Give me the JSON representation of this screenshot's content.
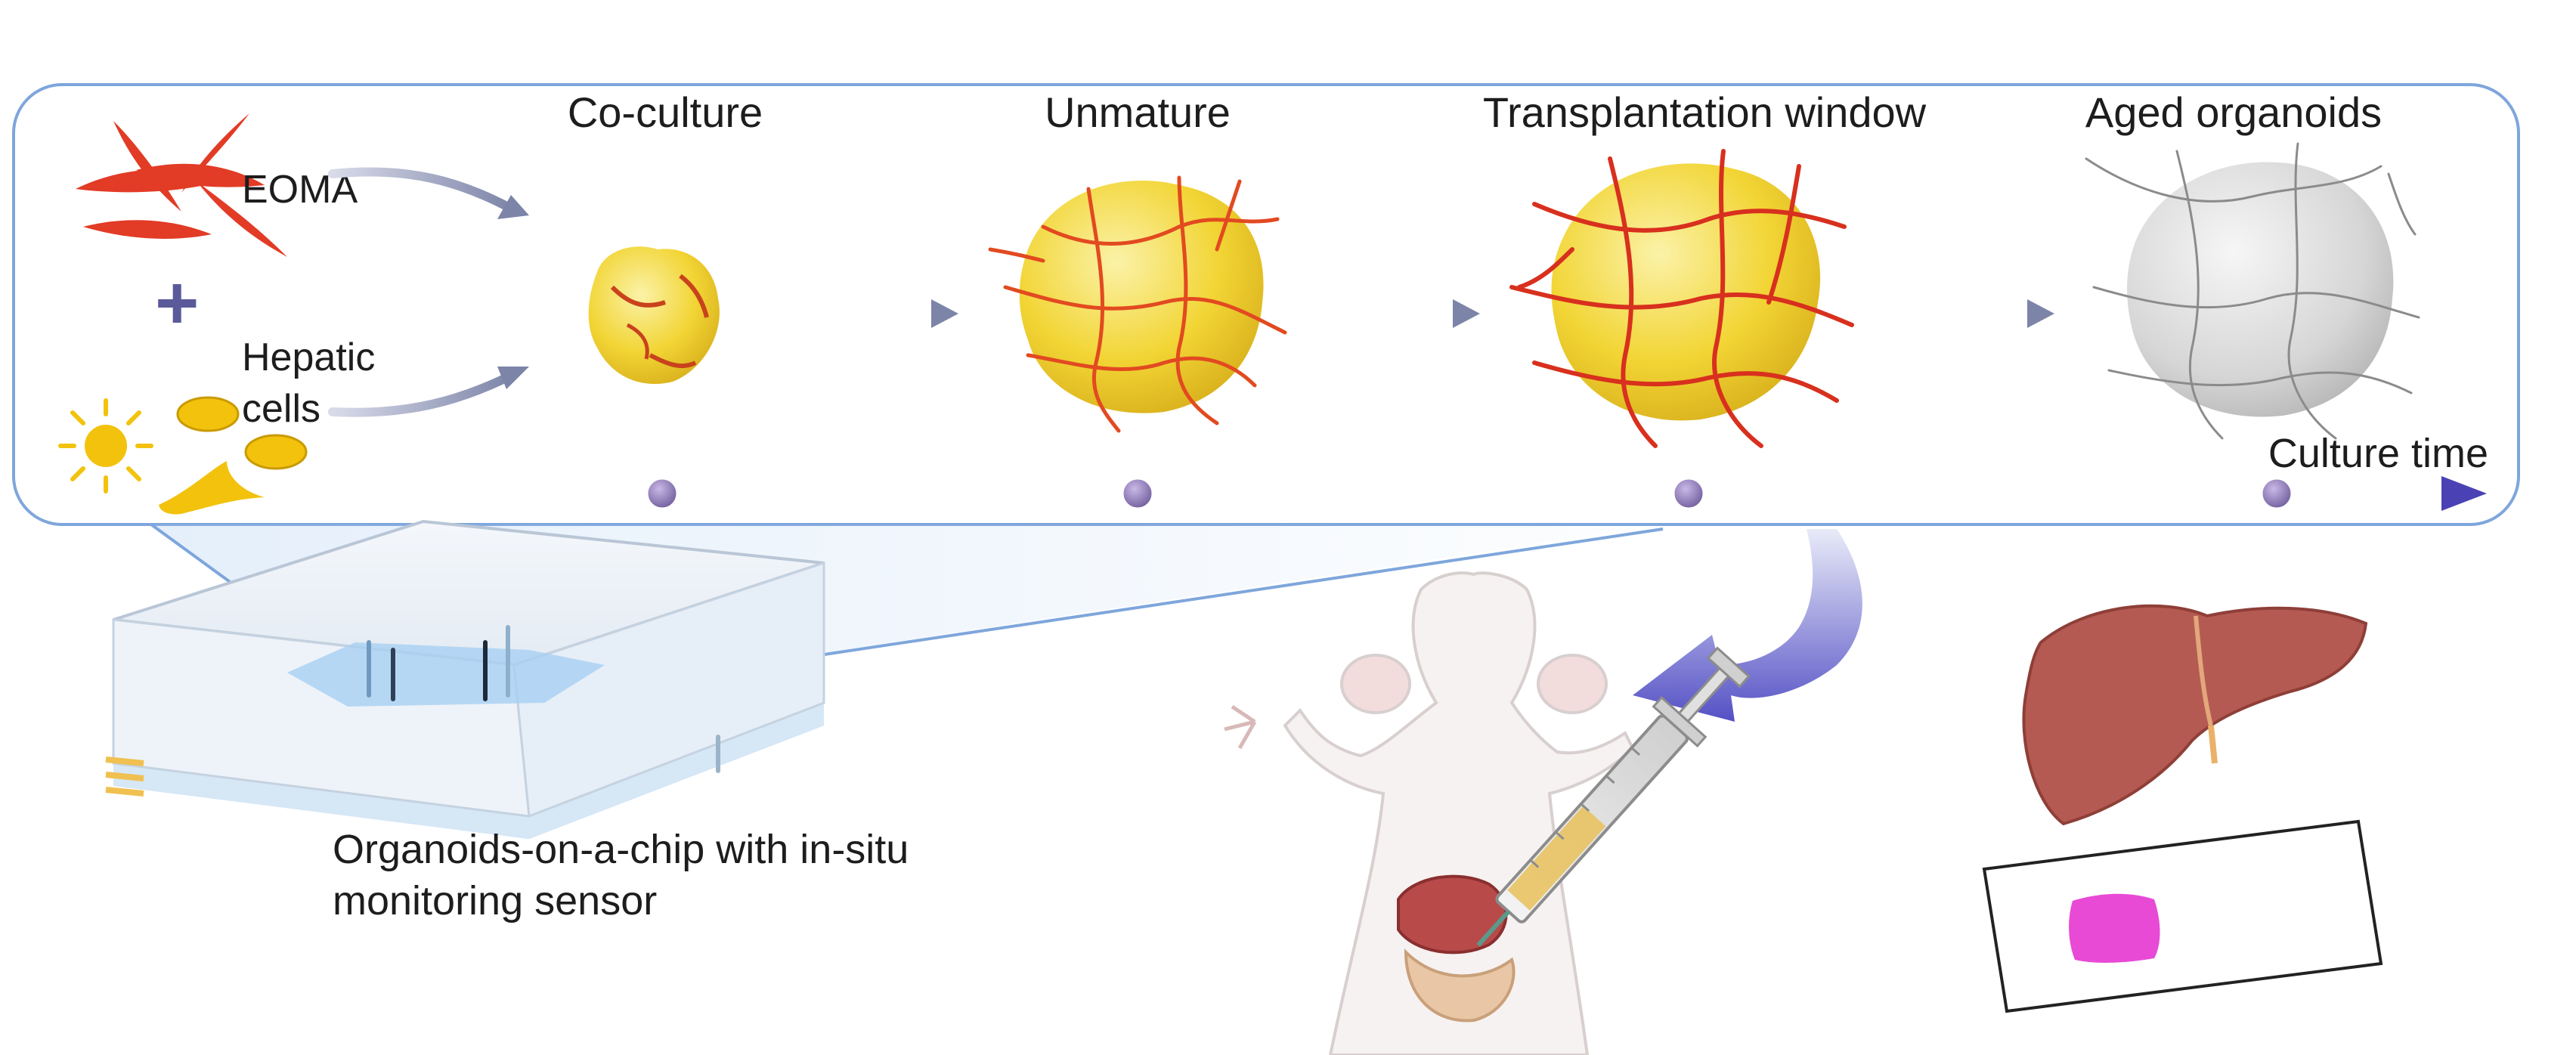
{
  "inputs": {
    "eoma_label": "EOMA",
    "plus_symbol": "+",
    "hepatic_label": "Hepatic\ncells"
  },
  "stages": [
    {
      "title": "Co-culture"
    },
    {
      "title": "Unmature"
    },
    {
      "title": "Transplantation window"
    },
    {
      "title": "Aged organoids"
    }
  ],
  "timeline": {
    "axis_label": "Culture time"
  },
  "chip": {
    "caption": "Organoids-on-a-chip with in-situ monitoring sensor"
  },
  "colors": {
    "panel_border": "#7ea6dc",
    "timeline": "#5b55b8",
    "vessel_red": "#d8301e",
    "organoid_yellow": "#f2d535",
    "aged_gray": "#d8d8d8",
    "liver": "#b55a52",
    "stain_pink": "#e84ad6",
    "arrow_blue": "#4f4ec7"
  }
}
